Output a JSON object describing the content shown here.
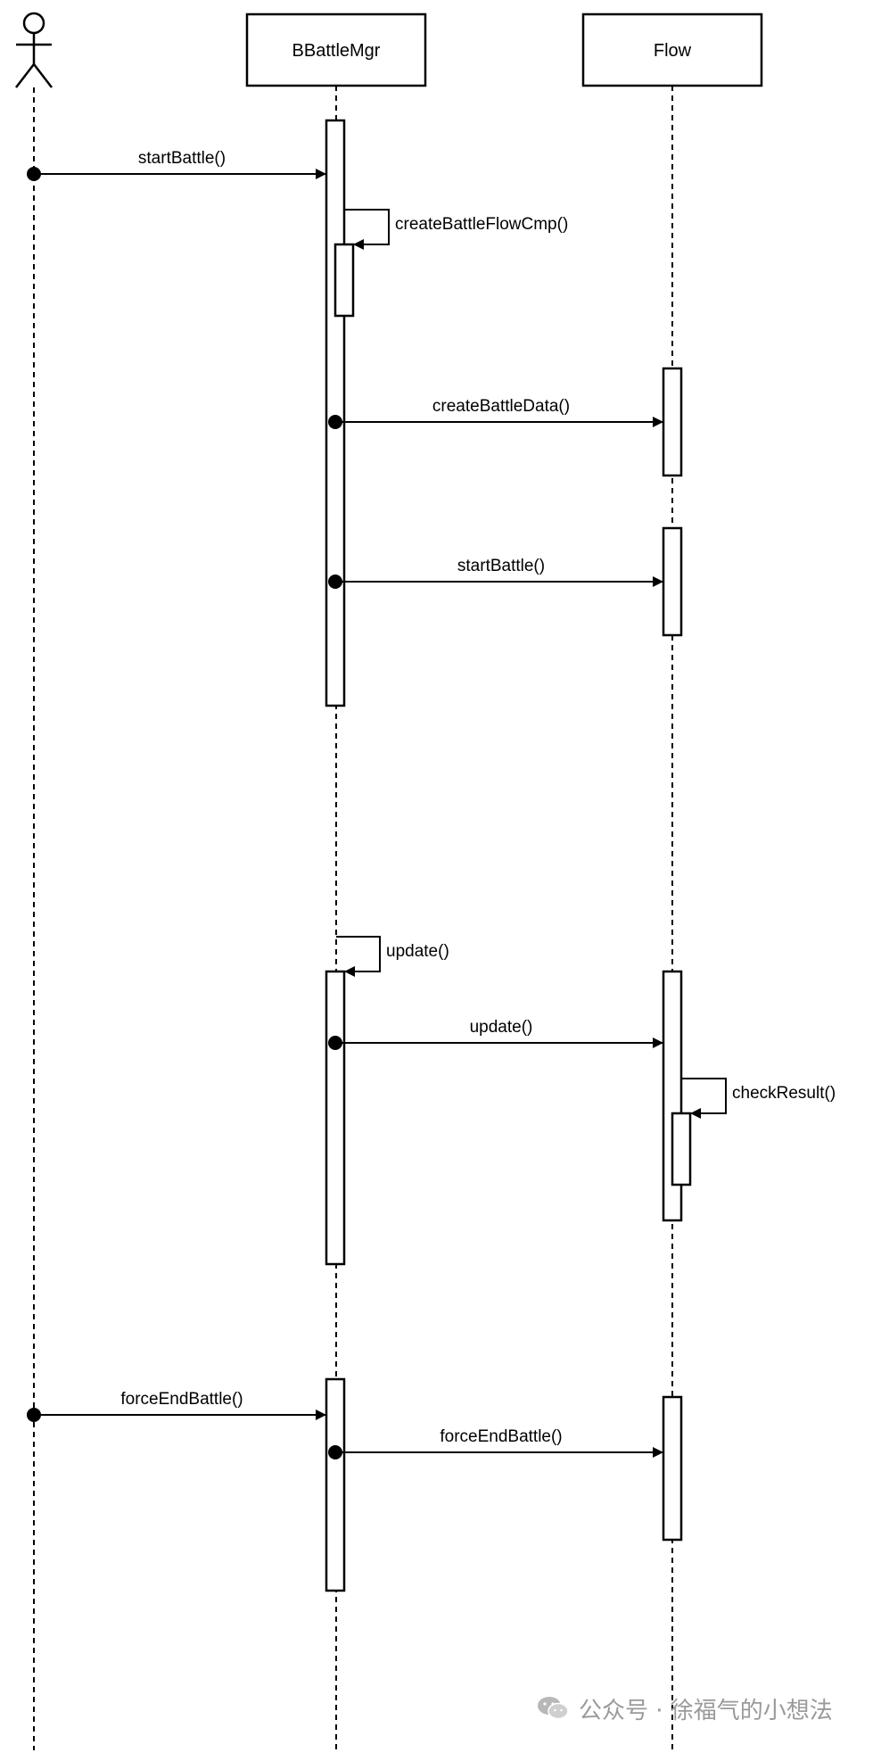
{
  "participants": {
    "bbattle_mgr": "BBattleMgr",
    "flow": "Flow"
  },
  "messages": {
    "start_battle": "startBattle()",
    "create_flow_cmp": "createBattleFlowCmp()",
    "create_battle_data": "createBattleData()",
    "flow_start_battle": "startBattle()",
    "self_update": "update()",
    "flow_update": "update()",
    "check_result": "checkResult()",
    "force_end_battle": "forceEndBattle()",
    "flow_force_end_battle": "forceEndBattle()"
  },
  "watermark": {
    "text": "公众号 · 徐福气的小想法"
  },
  "colors": {
    "stroke": "#000000",
    "background": "#ffffff",
    "watermark": "#9a9a9a"
  }
}
